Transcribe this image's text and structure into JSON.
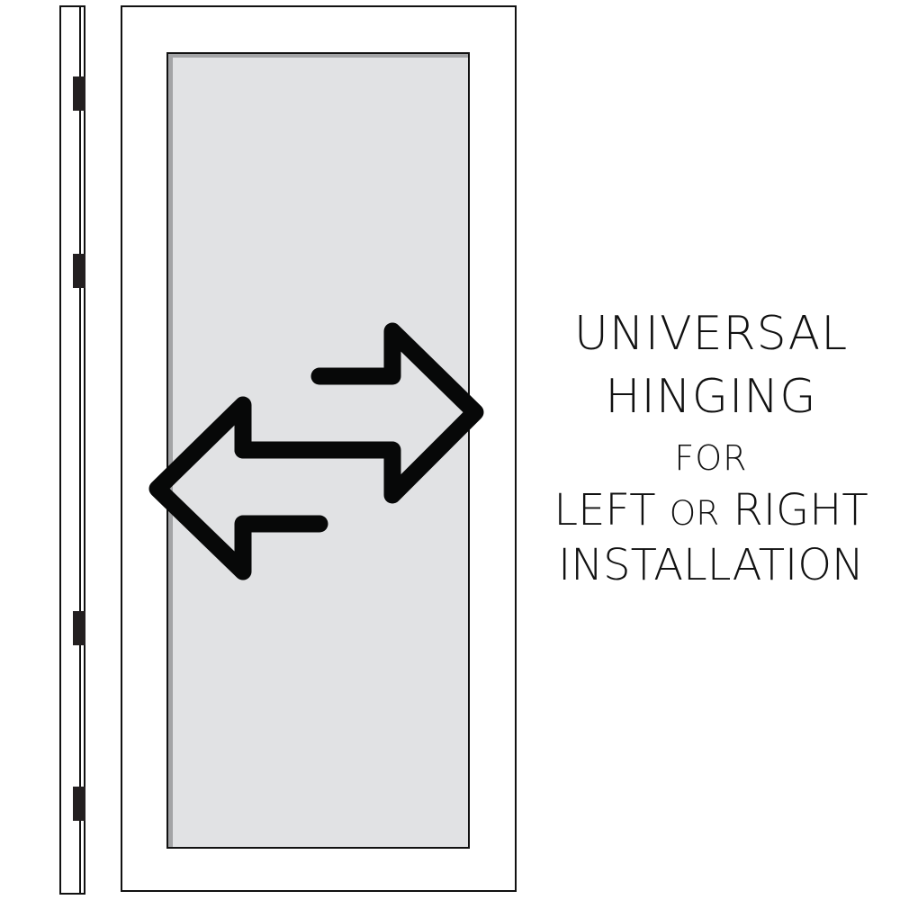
{
  "diagram": {
    "caption": {
      "line1": "UNIVERSAL",
      "line2": "HINGING",
      "line3": "FOR",
      "line4_part1": "LEFT",
      "line4_part2": "OR",
      "line4_part3": "RIGHT",
      "line5": "INSTALLATION"
    },
    "side_view": {
      "hinge_count": 4,
      "hinge_positions_y": [
        85,
        282,
        679,
        874
      ]
    },
    "icons": {
      "swap-arrows": "bidirectional-arrows-icon"
    },
    "colors": {
      "stroke": "#111111",
      "glass": "#e1e2e4",
      "glass_shadow": "#a3a4a6",
      "hinge": "#231f20",
      "background": "#ffffff"
    }
  }
}
